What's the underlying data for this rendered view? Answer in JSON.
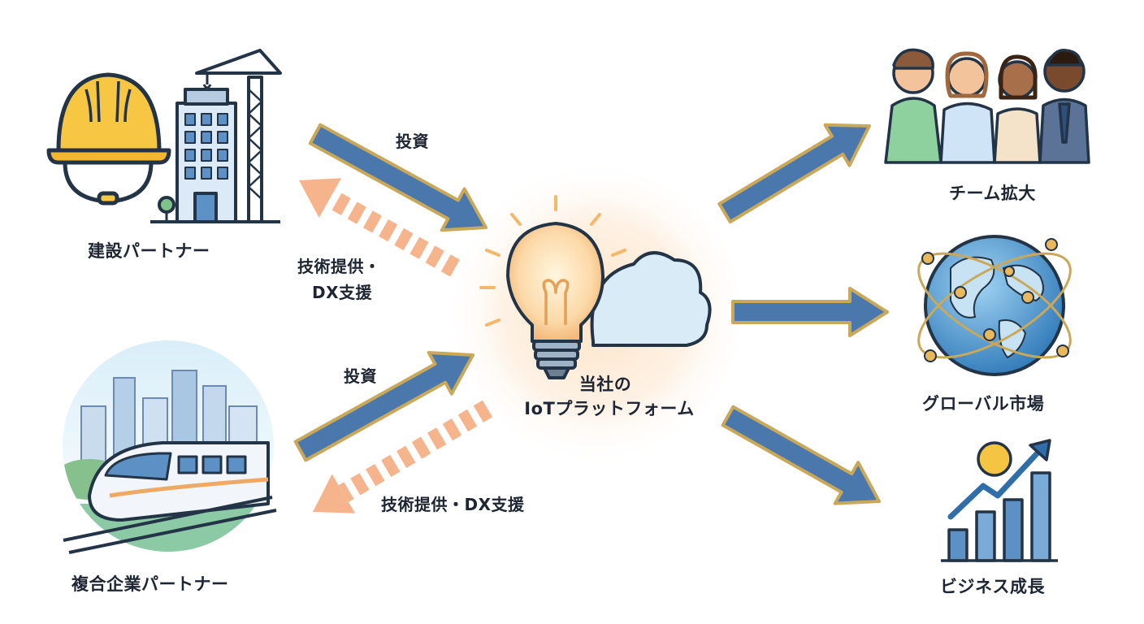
{
  "partners": {
    "construction": {
      "label": "建設パートナー",
      "icon": "helmet-and-building-crane-icon"
    },
    "conglomerate": {
      "label": "複合企業パートナー",
      "icon": "city-train-icon"
    }
  },
  "center": {
    "line1": "当社の",
    "line2": "IoTプラットフォーム",
    "icon": "lightbulb-cloud-icon"
  },
  "flows": {
    "invest_top": "投資",
    "support_top_line1": "技術提供・",
    "support_top_line2": "DX支援",
    "invest_bottom": "投資",
    "support_bottom": "技術提供・DX支援"
  },
  "outcomes": {
    "team": {
      "label": "チーム拡大",
      "icon": "team-people-icon"
    },
    "global": {
      "label": "グローバル市場",
      "icon": "globe-network-icon"
    },
    "growth": {
      "label": "ビジネス成長",
      "icon": "growth-bar-chart-icon"
    }
  },
  "colors": {
    "arrow_blue": "#4a78ad",
    "arrow_border": "#c9a85a",
    "arrow_peach": "#f6b48c",
    "glow": "#fde3c4",
    "navy": "#1e3a5c"
  }
}
